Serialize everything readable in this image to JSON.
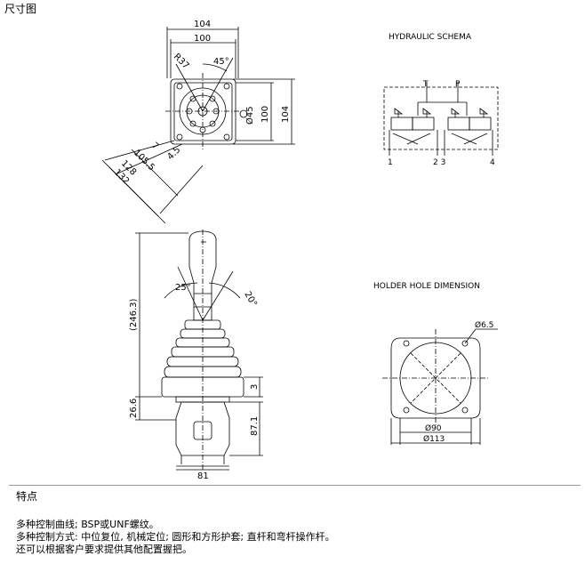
{
  "header": {
    "title": "尺寸图"
  },
  "drawing": {
    "hydraulic_title": "HYDRAULIC SCHEMA",
    "holder_title": "HOLDER HOLE DIMENSION",
    "port_T": "T",
    "port_P": "P",
    "port_1": "1",
    "port_23": "2 3",
    "port_4": "4",
    "dim_104_top": "104",
    "dim_100_top": "100",
    "dim_100_right": "100",
    "dim_104_right": "104",
    "dim_r37": "R37",
    "dim_45deg": "45°",
    "dim_d45": "Ø45",
    "dim_7": "7",
    "dim_105_5": "105.5",
    "dim_4_5": "4.5",
    "dim_128": "128",
    "dim_132": "132",
    "dim_246": "(246.3)",
    "dim_25deg": "25°",
    "dim_20deg": "20°",
    "dim_3": "3",
    "dim_26_6": "26.6",
    "dim_87_1": "87.1",
    "dim_81": "81",
    "dim_d6_5": "Ø6.5",
    "dim_d90": "Ø90",
    "dim_d113": "Ø113"
  },
  "features": {
    "title": "特点",
    "lines": [
      "多种控制曲线; BSP或UNF螺纹。",
      "多种控制方式: 中位复位, 机械定位; 圆形和方形护套; 直杆和弯杆操作杆。",
      "还可以根据客户要求提供其他配置握把。"
    ]
  }
}
